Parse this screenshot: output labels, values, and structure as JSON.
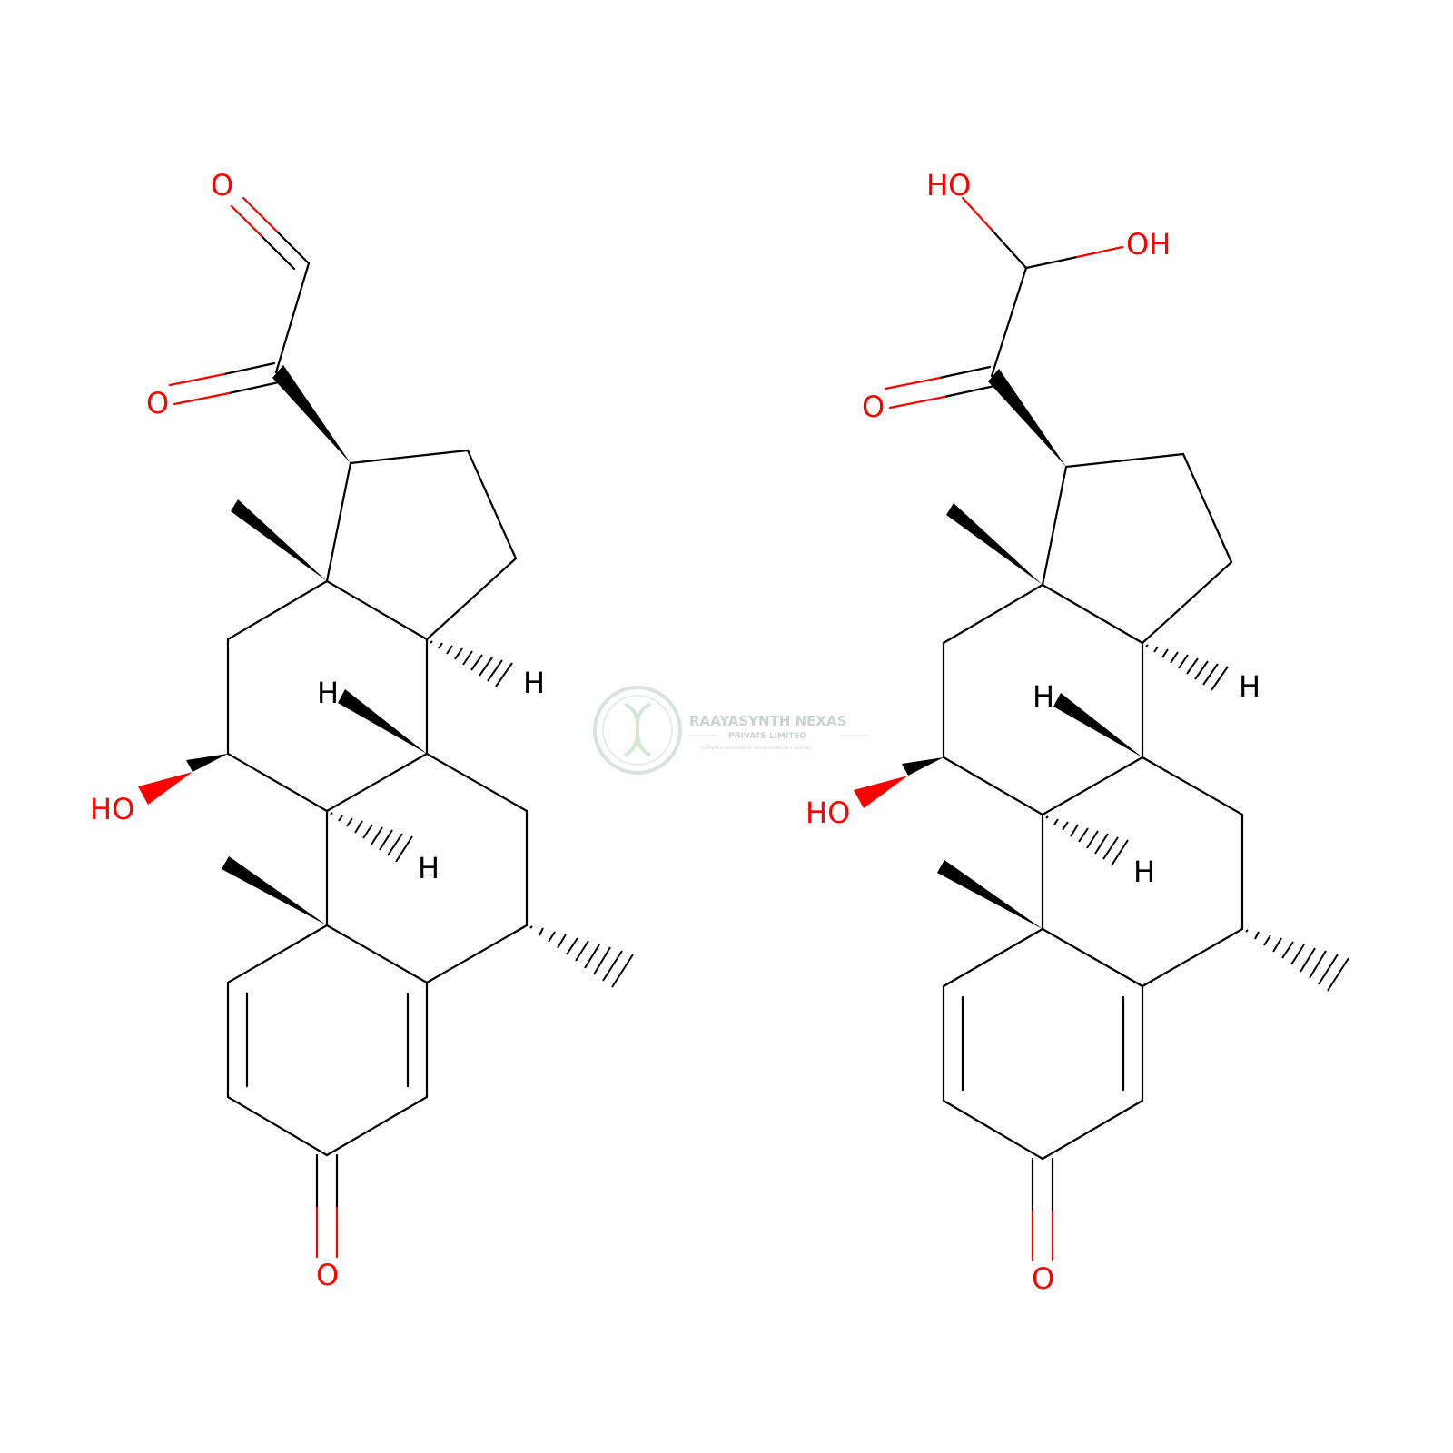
{
  "watermark": {
    "title": "RAAYASYNTH NEXAS",
    "subtitle": "PRIVATE LIMITED",
    "tagline": "Complete solutions for every molecule's journey"
  },
  "colors": {
    "bond": "#000000",
    "oxygen": "#ff0000",
    "hydrogen": "#000000",
    "watermark": "#c9d3cf"
  },
  "molecules": [
    {
      "name": "left-structure",
      "labels": {
        "aldehyde_o": "O",
        "ketone_o": "O",
        "hydroxyl": "HO",
        "h14": "H",
        "h8": "H",
        "h9": "H",
        "enone_o": "O"
      }
    },
    {
      "name": "right-structure",
      "labels": {
        "oh_top": "HO",
        "oh_right": "OH",
        "ketone_o": "O",
        "hydroxyl": "HO",
        "h14": "H",
        "h8": "H",
        "h9": "H",
        "enone_o": "O"
      }
    }
  ]
}
